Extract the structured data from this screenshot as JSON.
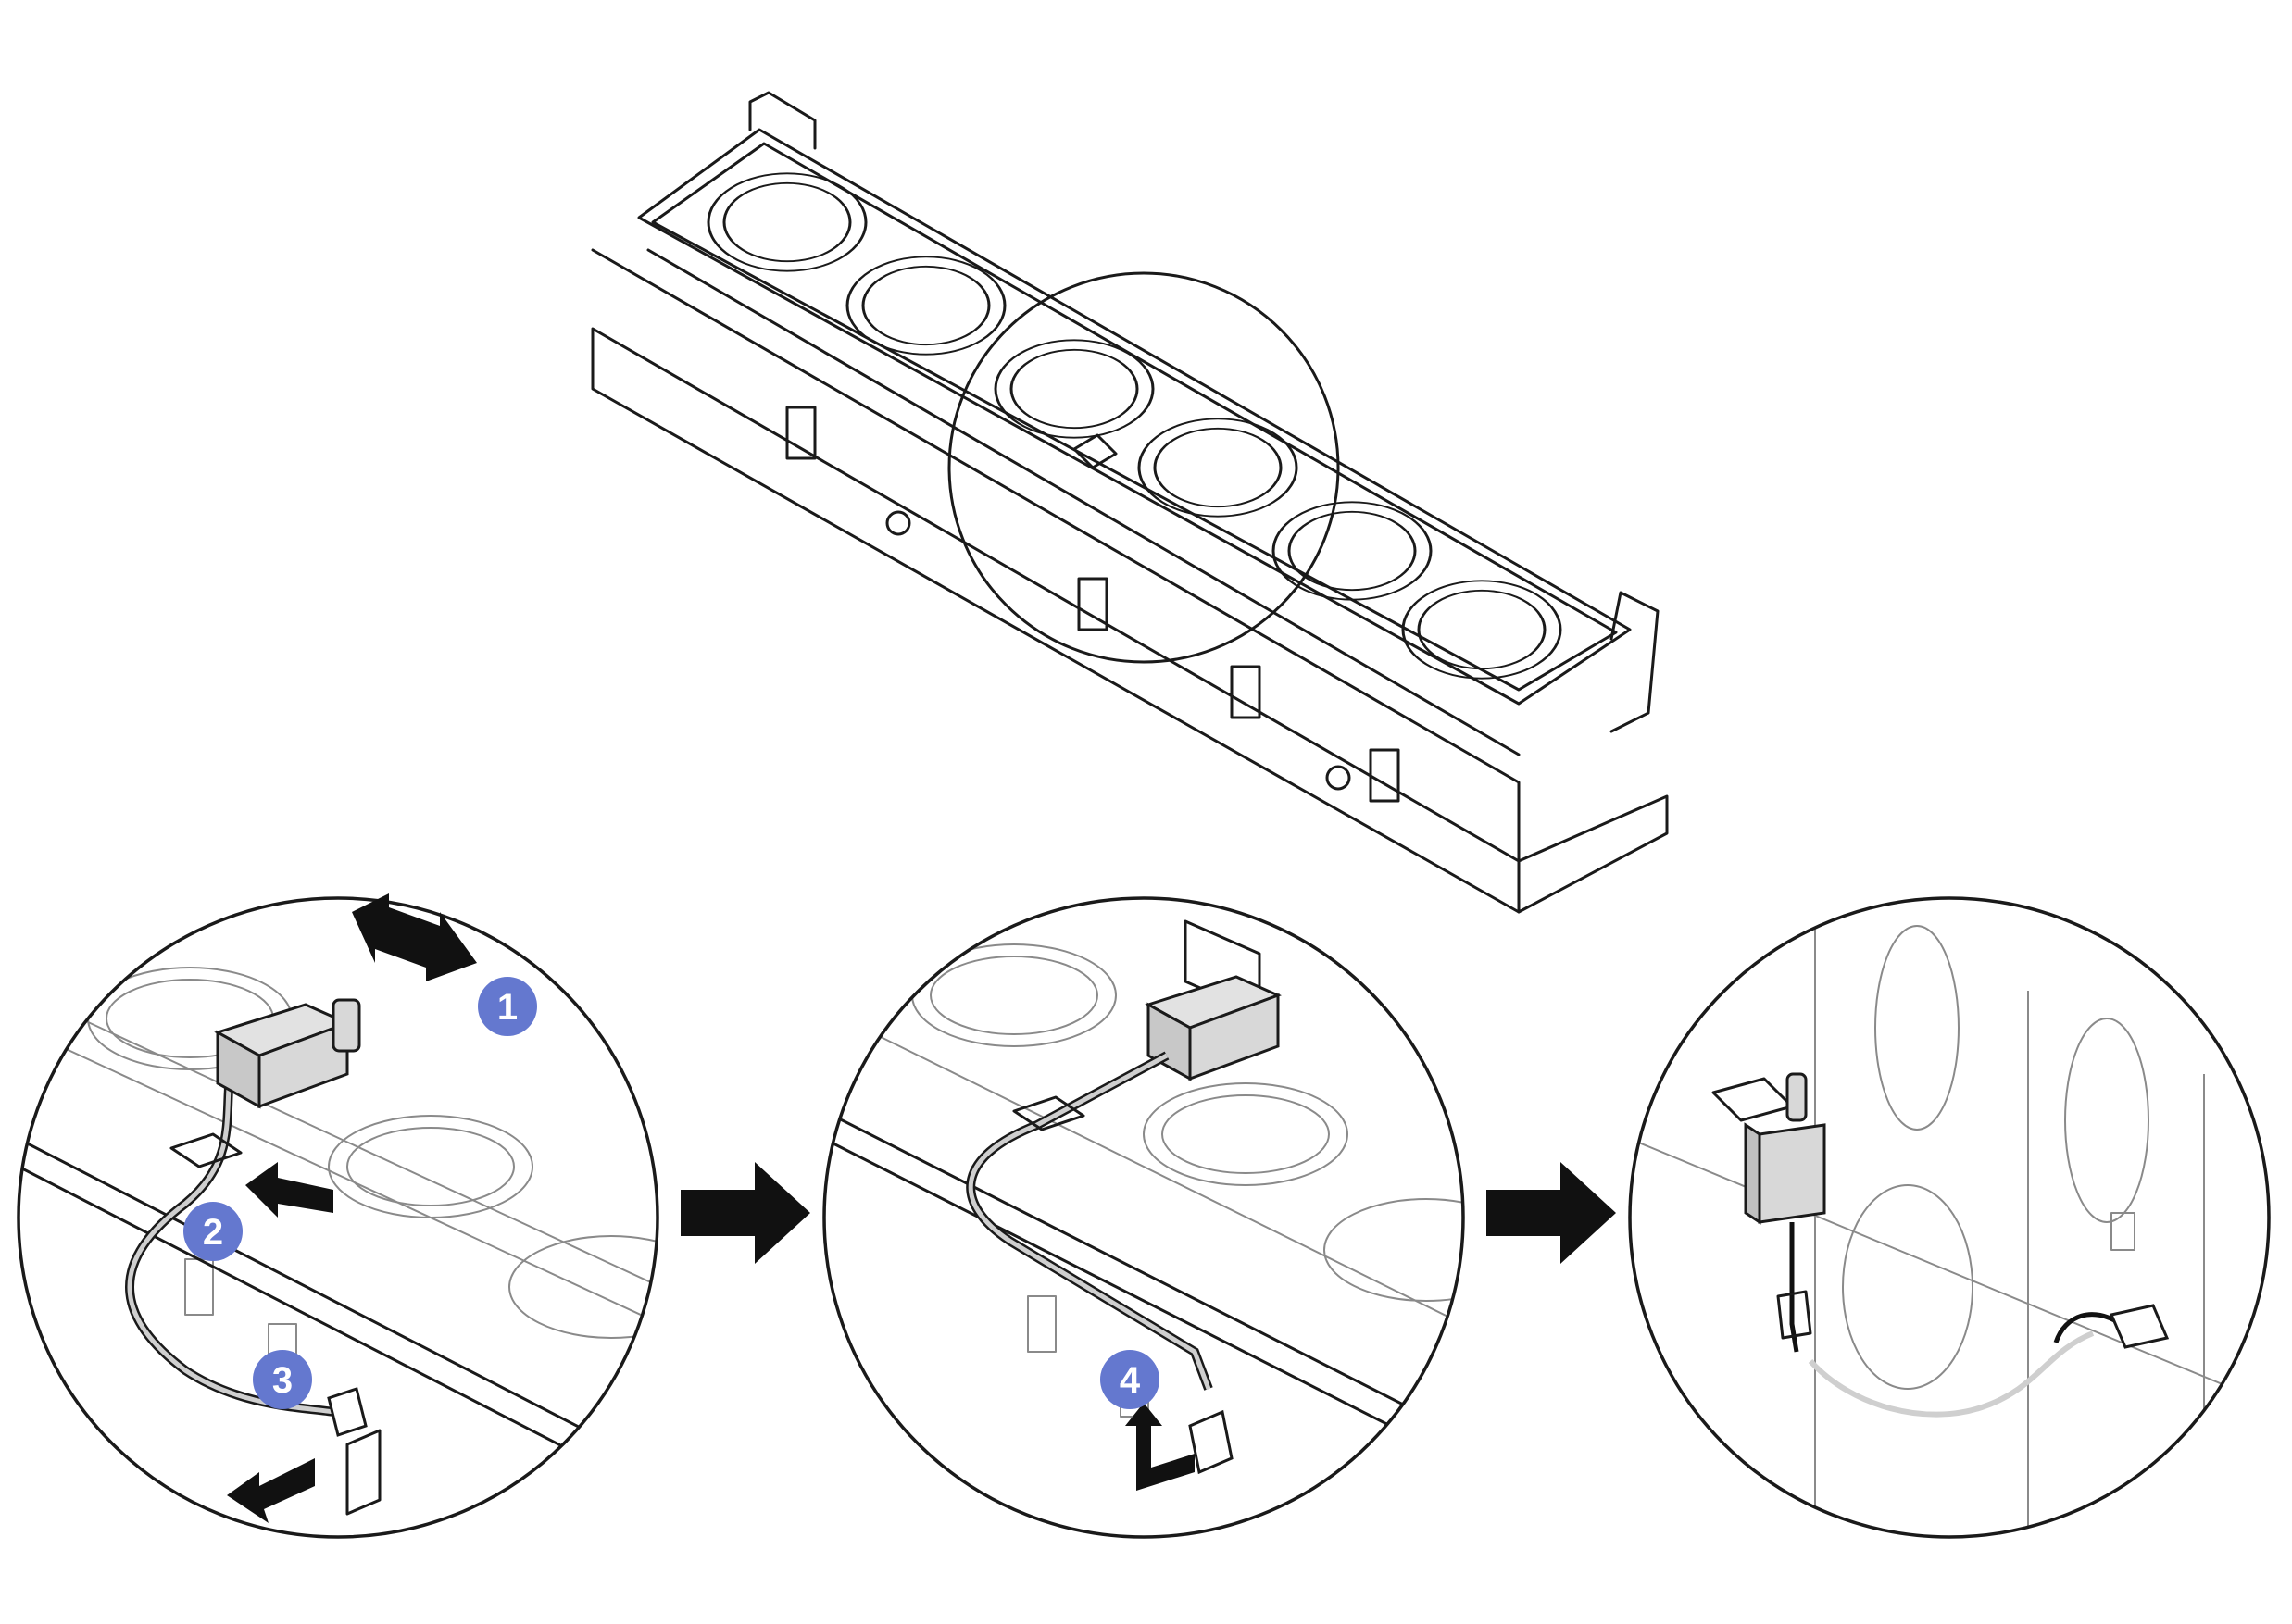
{
  "diagram": {
    "steps": [
      {
        "number": "1",
        "icon": "slide-arrow-icon"
      },
      {
        "number": "2",
        "icon": "push-arrow-icon"
      },
      {
        "number": "3",
        "icon": "push-arrow-icon"
      },
      {
        "number": "4",
        "icon": "lift-arrow-icon"
      }
    ],
    "colors": {
      "badge": "#6478cf",
      "line": "#1a1a1a",
      "fill_gray": "#d4d4d4",
      "faded": "#8a8a8a"
    }
  }
}
